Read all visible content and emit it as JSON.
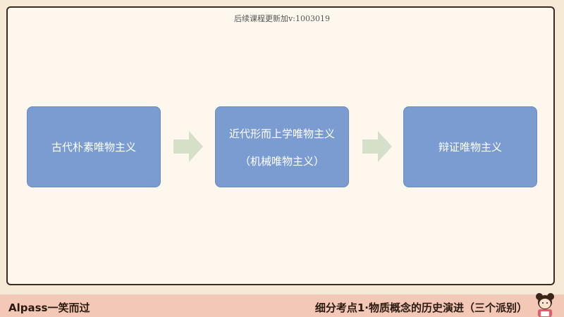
{
  "watermark": "后续课程更新加v:1003019",
  "diagram": {
    "nodes": [
      {
        "lines": [
          "古代朴素唯物主义"
        ]
      },
      {
        "lines": [
          "近代形而上学唯物主义",
          "（机械唯物主义）"
        ]
      },
      {
        "lines": [
          "辩证唯物主义"
        ]
      }
    ]
  },
  "footer": {
    "brand": "Alpass一笑而过",
    "topic": "细分考点1·物质概念的历史演进（三个派别）"
  },
  "colors": {
    "box": "#7b9cd0",
    "arrow": "#d6e0c8",
    "panel": "#fdf7ed",
    "footer": "#f4c8b6"
  }
}
